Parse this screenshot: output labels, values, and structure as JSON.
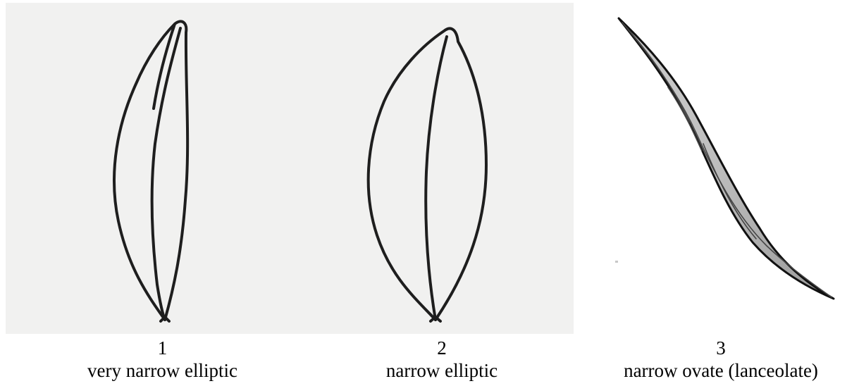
{
  "figures": [
    {
      "number": "1",
      "name": "very narrow elliptic"
    },
    {
      "number": "2",
      "name": "narrow elliptic"
    },
    {
      "number": "3",
      "name": "narrow ovate (lanceolate)"
    }
  ]
}
